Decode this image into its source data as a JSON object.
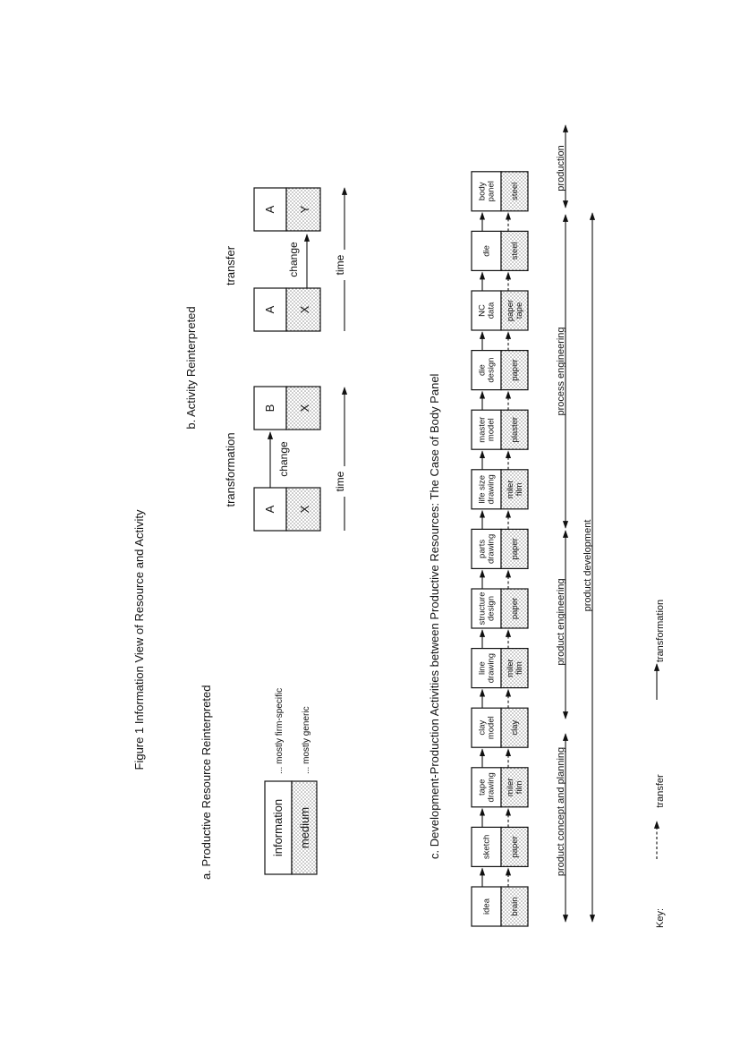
{
  "figure_title": "Figure 1  Information View of Resource and Activity",
  "panel_a": {
    "title": "a. Productive Resource Reinterpreted",
    "information_label": "information",
    "medium_label": "medium",
    "information_note": "... mostly firm-specific",
    "medium_note": "... mostly generic"
  },
  "panel_b": {
    "title": "b. Activity Reinterpreted",
    "transformation": {
      "title": "transformation",
      "from_info": "A",
      "from_medium": "X",
      "to_info": "B",
      "to_medium": "X",
      "change_label": "change",
      "time_label": "time"
    },
    "transfer": {
      "title": "transfer",
      "from_info": "A",
      "from_medium": "X",
      "to_info": "A",
      "to_medium": "Y",
      "change_label": "change",
      "time_label": "time"
    }
  },
  "panel_c": {
    "title": "c. Development-Production Activities between Productive Resources: The Case of Body Panel",
    "resources": [
      {
        "info": [
          "idea"
        ],
        "medium": [
          "brain"
        ]
      },
      {
        "info": [
          "sketch"
        ],
        "medium": [
          "paper"
        ]
      },
      {
        "info": [
          "tape",
          "drawing"
        ],
        "medium": [
          "miler",
          "film"
        ]
      },
      {
        "info": [
          "clay",
          "model"
        ],
        "medium": [
          "clay"
        ]
      },
      {
        "info": [
          "line",
          "drawing"
        ],
        "medium": [
          "miler",
          "film"
        ]
      },
      {
        "info": [
          "structure",
          "design"
        ],
        "medium": [
          "paper"
        ]
      },
      {
        "info": [
          "parts",
          "drawing"
        ],
        "medium": [
          "paper"
        ]
      },
      {
        "info": [
          "life size",
          "drawing"
        ],
        "medium": [
          "miler",
          "film"
        ]
      },
      {
        "info": [
          "master",
          "model"
        ],
        "medium": [
          "plaster"
        ]
      },
      {
        "info": [
          "die",
          "design"
        ],
        "medium": [
          "paper"
        ]
      },
      {
        "info": [
          "NC",
          "data"
        ],
        "medium": [
          "paper",
          "tape"
        ]
      },
      {
        "info": [
          "die"
        ],
        "medium": [
          "steel"
        ]
      },
      {
        "info": [
          "body",
          "panel"
        ],
        "medium": [
          "steel"
        ]
      }
    ],
    "phases": {
      "concept": "product concept and planning",
      "product_engineering": "product engineering",
      "process_engineering": "process engineering",
      "production": "production",
      "product_development": "product development"
    },
    "key": {
      "label": "Key:",
      "transfer": "transfer",
      "transformation": "transformation"
    }
  }
}
